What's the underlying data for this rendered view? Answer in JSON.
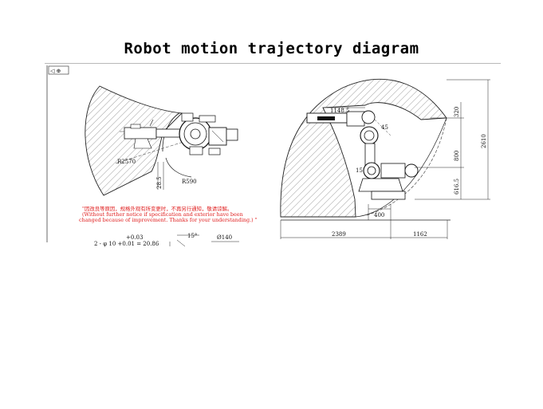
{
  "title": "Robot motion trajectory diagram",
  "toolbar": {
    "icon_label": "◁ ⊕"
  },
  "top_view": {
    "radius_label": "R2570",
    "small_radius_label": "R590",
    "dim_vertical": "28.5"
  },
  "notice": {
    "line1": "\"因改良等原因，规格外观有所变更时，不再另行通知，敬请谅解。",
    "line2": "(Without further notice if specification and exterior have been",
    "line3": "changed because of improvement. Thanks for your understanding.) \""
  },
  "detail": {
    "tol": "+0.03",
    "bottom_left": "2 - φ 10  +0.01  = 20.86",
    "angle": "15°",
    "diameter": "Ø140"
  },
  "side_view": {
    "dim_1148": "1148.5",
    "dim_320": "320",
    "dim_800": "800",
    "dim_616": "616.5",
    "dim_2610": "2610",
    "dim_400": "400",
    "dim_2389": "2389",
    "dim_1162": "1162",
    "small_a": "45",
    "small_b": "15"
  },
  "colors": {
    "notice": "#e02020",
    "line": "#000000",
    "separator": "#b8b8b8"
  }
}
